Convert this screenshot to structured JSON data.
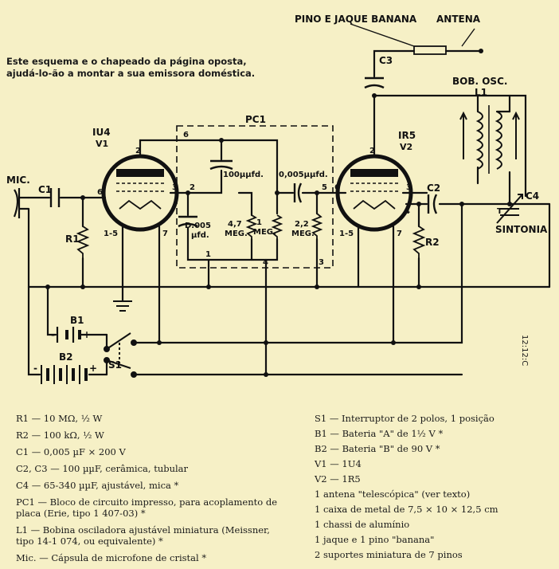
{
  "intro": "Este esquema e o chapeado da página oposta, ajudá-lo-ão a montar a sua emissora doméstica.",
  "labels": {
    "pino_jaque": "PINO E JAQUE BANANA",
    "antena": "ANTENA",
    "c3": "C3",
    "bob_osc": "BOB. OSC.",
    "l1": "L1",
    "pc1": "PC1",
    "iu4": "IU4",
    "v1": "V1",
    "ir5": "IR5",
    "v2": "V2",
    "mic": "MIC.",
    "c1": "C1",
    "c2": "C2",
    "c4": "C4",
    "r1": "R1",
    "r2": "R2",
    "b1": "B1",
    "b2": "B2",
    "s1": "S1",
    "t": "T",
    "sintonia": "SINTONIA",
    "cap100": "100µµfd.",
    "cap005a": "0,005µµfd.",
    "d005": "D.005",
    "mfd": "µfd.",
    "r47": "4,7",
    "r1meg": "1",
    "r22": "2,2",
    "meg": "MEG.",
    "plus": "+",
    "minus": "-",
    "pin1_5": "1-5",
    "pin7": "7",
    "pin2": "2",
    "pin3": "3",
    "pin4": "4",
    "pin5": "5",
    "pin6": "6",
    "pin1": "1",
    "code": "12:12:C"
  },
  "parts_left": [
    "R1 — 10 MΩ, ½ W",
    "R2 — 100 kΩ, ½ W",
    "C1 — 0,005 µF × 200 V",
    "C2, C3 — 100 µµF, cerâmica, tubular",
    "C4 — 65-340 µµF, ajustável, mica *",
    "PC1 — Bloco de circuito impresso, para acoplamento de placa (Erie, tipo 1 407-03) *",
    "L1 — Bobina osciladora ajustável miniatura (Meissner, tipo 14-1 074, ou equivalente) *",
    "Mic. — Cápsula de microfone de cristal *"
  ],
  "parts_right": [
    "S1 — Interruptor de 2 polos, 1 posição",
    "B1 — Bateria \"A\" de 1½ V *",
    "B2 — Bateria \"B\" de 90 V *",
    "V1 — 1U4",
    "V2 — 1R5",
    "1 antena \"telescópica\" (ver texto)",
    "1 caixa de metal de 7,5 × 10 × 12,5 cm",
    "1 chassi de alumínio",
    "1 jaque e 1 pino \"banana\"",
    "2 suportes miniatura de 7 pinos"
  ]
}
